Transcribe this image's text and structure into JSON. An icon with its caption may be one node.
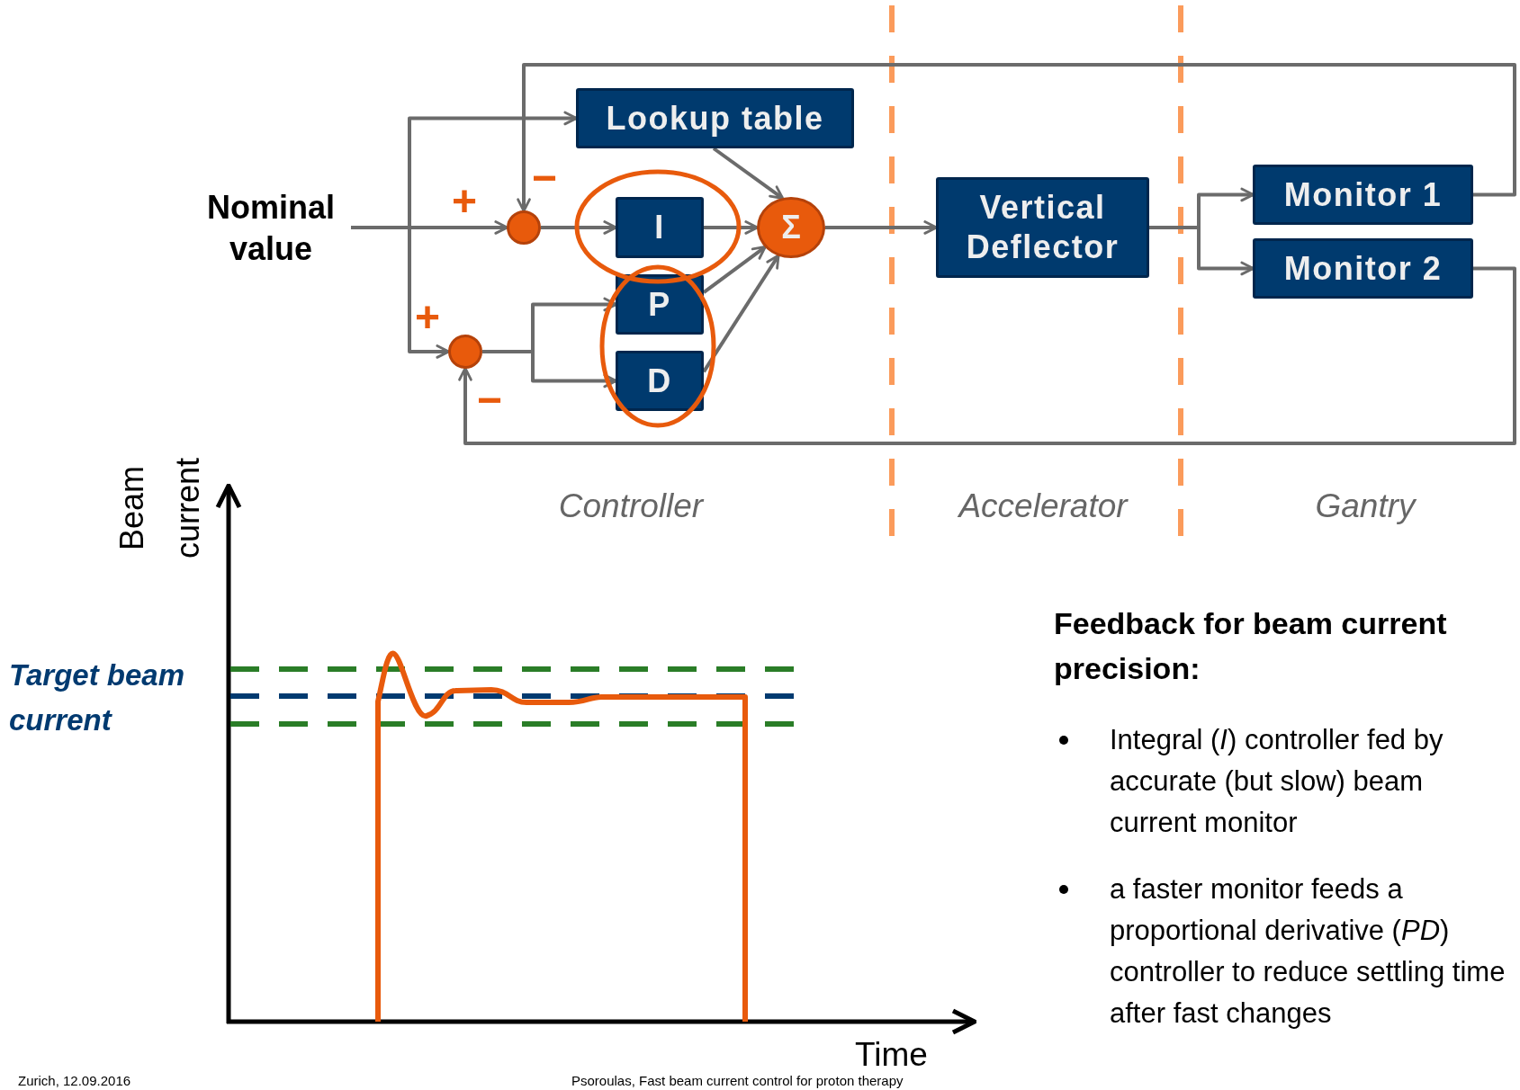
{
  "diagram": {
    "nodes": [
      {
        "text": [
          "Nominal value"
        ]
      },
      {
        "text": [
          "Lookup table"
        ]
      },
      {
        "text": [],
        "shape": "circle"
      },
      {
        "text": [
          "I"
        ]
      },
      {
        "text": [],
        "shape": "circle"
      },
      {
        "text": [
          "P"
        ]
      },
      {
        "text": [
          "D"
        ]
      },
      {
        "text": [
          "Σ"
        ]
      },
      {
        "text": [
          "Vertical Deflector"
        ]
      },
      {
        "text": [
          "Monitor 1"
        ]
      },
      {
        "text": [
          "Monitor 2"
        ]
      }
    ],
    "edges": [
      {
        "from": 0,
        "to": 2,
        "arrow": "to"
      },
      {
        "from": 0,
        "to": 1,
        "arrow": "to"
      },
      {
        "from": 0,
        "to": 4,
        "arrow": "to"
      },
      {
        "from": 9,
        "to": 2,
        "arrow": "to"
      },
      {
        "from": 2,
        "to": 3,
        "arrow": "to"
      },
      {
        "from": 1,
        "to": 7,
        "arrow": "to"
      },
      {
        "from": 3,
        "to": 7,
        "arrow": "to"
      },
      {
        "from": 4,
        "to": 5,
        "arrow": "to"
      },
      {
        "from": 4,
        "to": 6,
        "arrow": "to"
      },
      {
        "from": 5,
        "to": 7,
        "arrow": "to"
      },
      {
        "from": 6,
        "to": 7,
        "arrow": "to"
      },
      {
        "from": 10,
        "to": 4,
        "arrow": "to"
      },
      {
        "from": 7,
        "to": 8,
        "arrow": "to"
      },
      {
        "from": 8,
        "to": 9,
        "arrow": "to"
      },
      {
        "from": 8,
        "to": 10,
        "arrow": "to"
      }
    ],
    "labels": [
      "+",
      "−",
      "+",
      "−",
      "Controller",
      "Accelerator",
      "Gantry",
      "Beam current",
      "Feedback for beam current precision:",
      "Target beam current",
      "Integral (*I*) controller fed by accurate (but slow) beam current monitor",
      "a faster monitor feeds a proportional derivative (*PD*) controller to reduce settling time after fast changes",
      "Time",
      "Zurich, 12.09.2016",
      "Psoroulas, Fast beam current control for proton therapy"
    ]
  }
}
